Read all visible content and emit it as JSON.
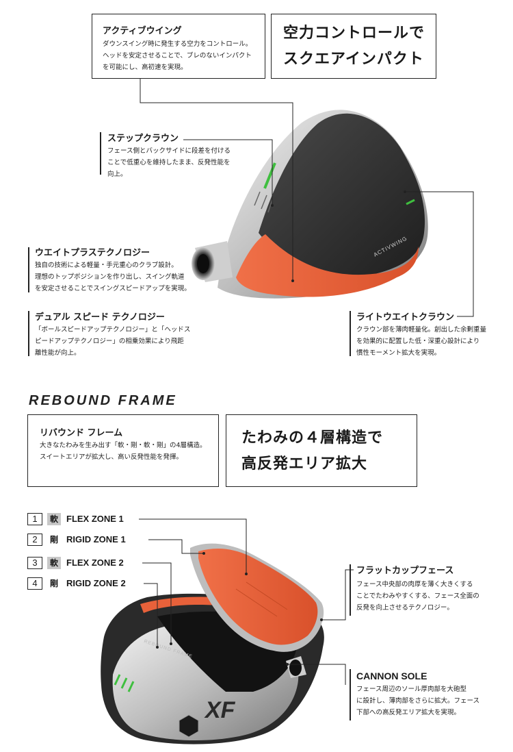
{
  "top": {
    "headline": [
      "空力コントロールで",
      "スクエアインパクト"
    ],
    "features": {
      "active_wing": {
        "title": "アクティブウイング",
        "desc": [
          "ダウンスイング時に発生する空力をコントロール。",
          "ヘッドを安定させることで、ブレのないインパクト",
          "を可能にし、高初速を実現。"
        ]
      },
      "step_crown": {
        "title": "ステップクラウン",
        "desc": [
          "フェース側とバックサイドに段差を付ける",
          "ことで低重心を維持したまま、反発性能を",
          "向上。"
        ]
      },
      "weight_plus": {
        "title": "ウエイトプラステクノロジー",
        "desc": [
          "独自の技術による軽量・手元重心のクラブ設計。",
          "理想のトップポジションを作り出し、スイング軌道",
          "を安定させることでスイングスピードアップを実現。"
        ]
      },
      "dual_speed": {
        "title": "デュアル スピード テクノロジー",
        "desc": [
          "「ボールスピードアップテクノロジー」と「ヘッドス",
          "ピードアップテクノロジー」の相乗効果により飛距",
          "離性能が向上。"
        ]
      },
      "light_weight_crown": {
        "title": "ライトウエイトクラウン",
        "desc": [
          "クラウン部を薄肉軽量化。創出した余剰重量",
          "を効果的に配置した低・深重心設計により",
          "慣性モーメント拡大を実現。"
        ]
      }
    },
    "club_text": "ACTIVWING"
  },
  "rebound": {
    "section_title": "REBOUND FRAME",
    "box": {
      "title": "リバウンド フレーム",
      "desc": [
        "大きなたわみを生み出す「軟・剛・軟・剛」の4層構造。",
        "スイートエリアが拡大し、高い反発性能を発揮。"
      ]
    },
    "headline": [
      "たわみの４層構造で",
      "高反発エリア拡大"
    ],
    "zones": [
      {
        "num": "1",
        "kanji": "軟",
        "label": "FLEX ZONE 1",
        "soft": true
      },
      {
        "num": "2",
        "kanji": "剛",
        "label": "RIGID ZONE 1",
        "soft": false
      },
      {
        "num": "3",
        "kanji": "軟",
        "label": "FLEX ZONE 2",
        "soft": true
      },
      {
        "num": "4",
        "kanji": "剛",
        "label": "RIGID ZONE 2",
        "soft": false
      }
    ],
    "features": {
      "flat_cup": {
        "title": "フラットカップフェース",
        "desc": [
          "フェース中央部の肉厚を薄く大きくする",
          "ことでたわみやすくする、フェース全面の",
          "反発を向上させるテクノロジー。"
        ]
      },
      "cannon_sole": {
        "title": "CANNON SOLE",
        "desc": [
          "フェース周辺のソール厚肉部を大砲型",
          "に設計し、薄肉部をさらに拡大。フェース",
          "下部への高反発エリア拡大を実現。"
        ]
      }
    },
    "club_text": [
      "REBOUND FRAME",
      "XF"
    ]
  },
  "colors": {
    "accent": "#e8613a",
    "dark": "#2a2a2a",
    "line": "#222222",
    "silver": "#c9c9c9",
    "green": "#3fbf3f"
  }
}
